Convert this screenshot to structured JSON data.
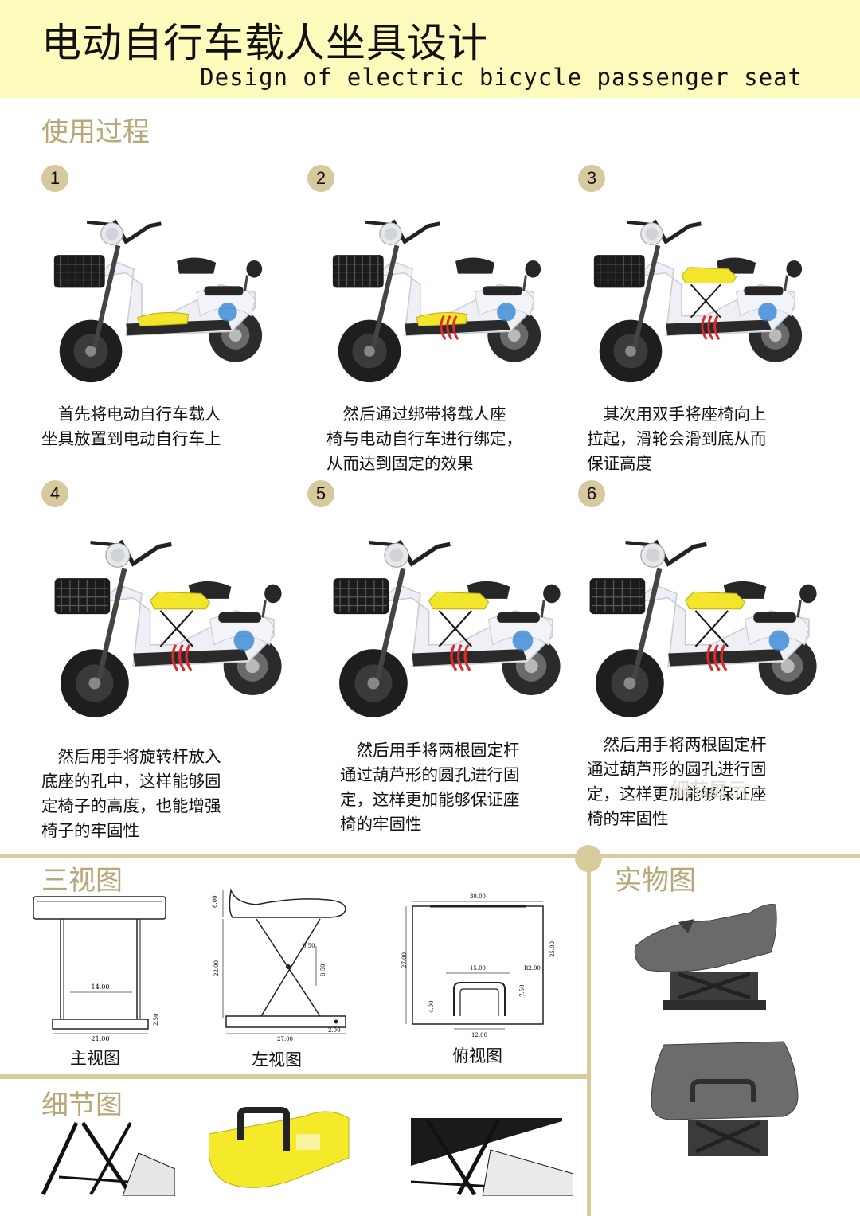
{
  "header": {
    "title_cn": "电动自行车载人坐具设计",
    "title_en": "Design of electric bicycle passenger seat"
  },
  "sections": {
    "usage": "使用过程",
    "three_views": "三视图",
    "details": "细节图",
    "real_photos": "实物图"
  },
  "steps": [
    {
      "num": "1",
      "lines": [
        "　首先将电动自行车载人",
        "坐具放置到电动自行车上"
      ]
    },
    {
      "num": "2",
      "lines": [
        "　然后通过绑带将载人座",
        "椅与电动自行车进行绑定，",
        "从而达到固定的效果"
      ]
    },
    {
      "num": "3",
      "lines": [
        "　其次用双手将座椅向上",
        "拉起，滑轮会滑到底从而",
        "保证高度"
      ]
    },
    {
      "num": "4",
      "lines": [
        "　然后用手将旋转杆放入",
        "底座的孔中，这样能够固",
        "定椅子的高度，也能增强",
        "椅子的牢固性"
      ]
    },
    {
      "num": "5",
      "lines": [
        "　然后用手将两根固定杆",
        "通过葫芦形的圆孔进行固",
        "定，这样更加能够保证座",
        "椅的牢固性"
      ]
    },
    {
      "num": "6",
      "lines": [
        "　然后用手将两根固定杆",
        "通过葫芦形的圆孔进行固",
        "定，这样更加能够保证座",
        "椅的牢固性"
      ]
    }
  ],
  "views": {
    "front": "主视图",
    "left": "左视图",
    "top": "俯视图"
  },
  "dimensions": {
    "front": [
      "14.00",
      "21.00",
      "2.50"
    ],
    "left": [
      "6.00",
      "22.00",
      "0.50",
      "8.50",
      "27.00",
      "2.00"
    ],
    "top": [
      "30.00",
      "27.00",
      "15.00",
      "R2.00",
      "25.00",
      "7.50",
      "4.00",
      "12.00"
    ]
  },
  "watermark": "细节展示",
  "colors": {
    "banner": "#fdfbbb",
    "accent": "#d8cc9c",
    "section_text": "#b8a878",
    "seat_yellow": "#f2e52a",
    "strap_red": "#e0292b",
    "frame_white": "#eef0f6",
    "dark": "#222222"
  }
}
